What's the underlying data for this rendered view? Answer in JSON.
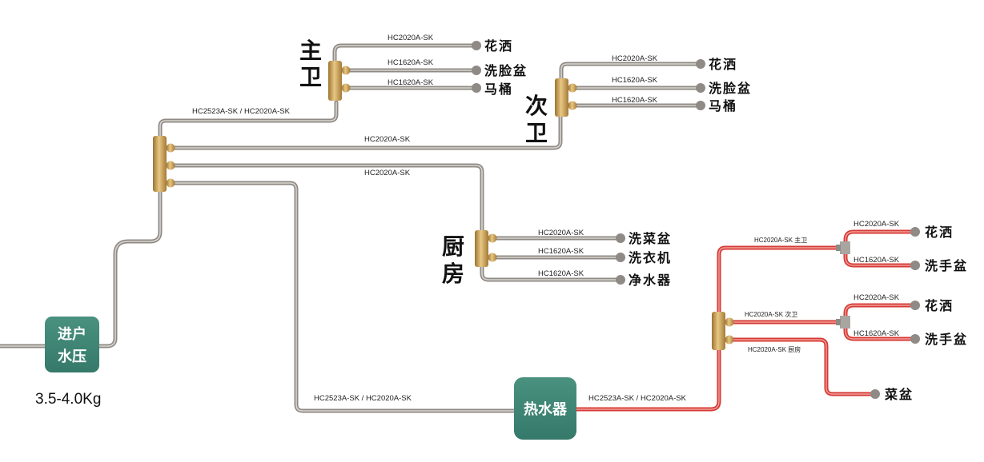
{
  "entry": {
    "line1": "进户",
    "line2": "水压",
    "pressure": "3.5-4.0Kg"
  },
  "heater": {
    "label": "热水器"
  },
  "rooms": {
    "master": "主卫",
    "second": "次卫",
    "kitchen": "厨房"
  },
  "cold_specs": {
    "to_master": "HC2523A-SK / HC2020A-SK",
    "to_second": "HC2020A-SK",
    "to_kitchen": "HC2020A-SK",
    "to_heater": "HC2523A-SK / HC2020A-SK",
    "master_shower": "HC2020A-SK",
    "master_basin": "HC1620A-SK",
    "master_toilet": "HC1620A-SK",
    "second_shower": "HC2020A-SK",
    "second_basin": "HC1620A-SK",
    "second_toilet": "HC1620A-SK",
    "kitchen_sink": "HC2020A-SK",
    "kitchen_washer": "HC1620A-SK",
    "kitchen_purifier": "HC1620A-SK"
  },
  "cold_fixtures": {
    "master_shower": "花洒",
    "master_basin": "洗脸盆",
    "master_toilet": "马桶",
    "second_shower": "花洒",
    "second_basin": "洗脸盆",
    "second_toilet": "马桶",
    "kitchen_sink": "洗菜盆",
    "kitchen_washer": "洗衣机",
    "kitchen_purifier": "净水器"
  },
  "hot_specs": {
    "heater_out": "HC2523A-SK / HC2020A-SK",
    "to_master": "HC2020A-SK 主卫",
    "to_second": "HC2020A-SK 次卫",
    "to_kitchen": "HC2020A-SK 厨房",
    "master_shower": "HC2020A-SK",
    "master_basin": "HC1620A-SK",
    "second_shower": "HC2020A-SK",
    "second_basin": "HC1620A-SK"
  },
  "hot_fixtures": {
    "master_shower": "花洒",
    "master_basin": "洗手盆",
    "second_shower": "花洒",
    "second_basin": "洗手盆",
    "kitchen_sink": "菜盆"
  },
  "colors": {
    "cold_pipe": "#8f8a85",
    "hot_pipe": "#d63a35",
    "box": "#3e8574",
    "brass": "#c9a054"
  }
}
